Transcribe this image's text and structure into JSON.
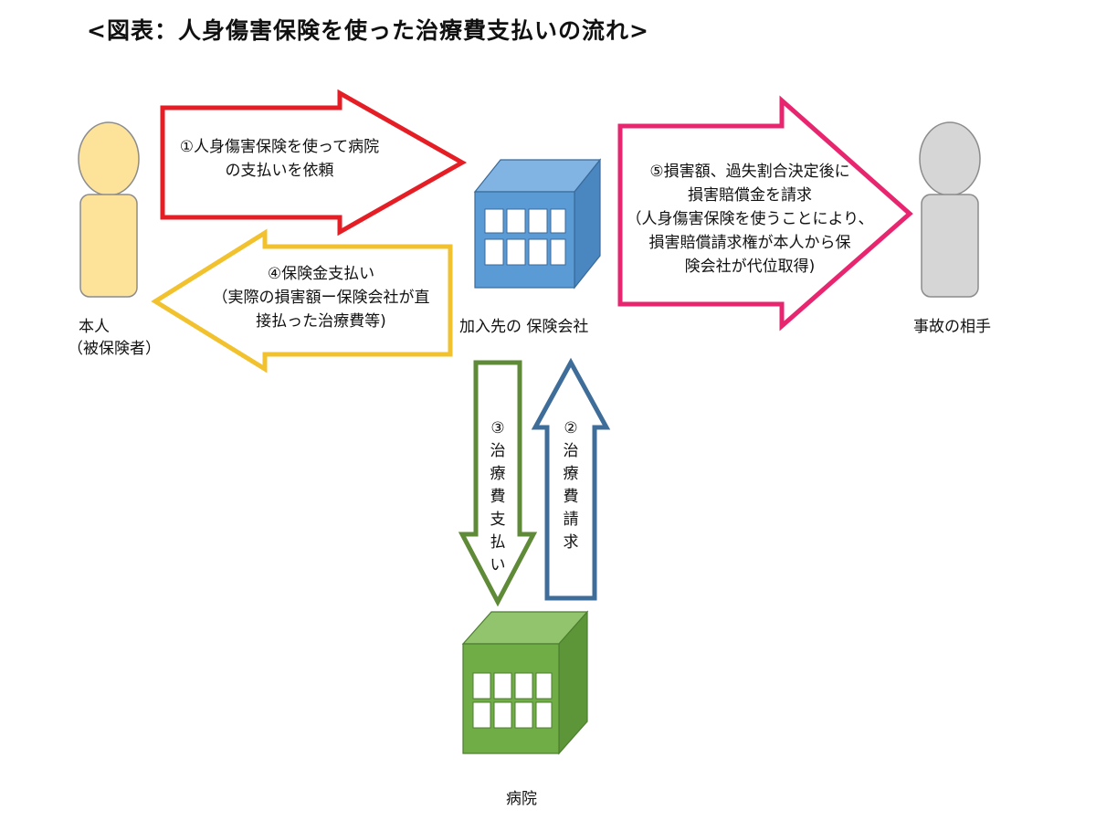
{
  "title": "<図表：人身傷害保険を使った治療費支払いの流れ>",
  "colors": {
    "arrow1": "#e51e25",
    "arrow4": "#f2c12e",
    "arrow5": "#e8256f",
    "arrow3": "#5f8a37",
    "arrow2": "#3f6d99",
    "person_self": "#fde39a",
    "person_other": "#d6d6d6",
    "insurer": "#5b9bd5",
    "hospital": "#70ad47"
  },
  "nodes": {
    "self_label_1": "本人",
    "self_label_2": "（被保険者）",
    "insurer_label": "加入先の 保険会社",
    "other_label": "事故の相手",
    "hospital_label": "病院"
  },
  "arrows": {
    "a1_line1": "①人身傷害保険を使って病院",
    "a1_line2": "の支払いを依頼",
    "a4_line1": "④保険金支払い",
    "a4_line2": "（実際の損害額ー保険会社が直",
    "a4_line3": "接払った治療費等)",
    "a5_line1": "⑤損害額、過失割合決定後に",
    "a5_line2": "損害賠償金を請求",
    "a5_line3": "（人身傷害保険を使うことにより、",
    "a5_line4": "損害賠償請求権が本人から保",
    "a5_line5": "険会社が代位取得)",
    "a3_chars": [
      "③",
      "治",
      "療",
      "費",
      "支",
      "払",
      "い"
    ],
    "a2_chars": [
      "②",
      "治",
      "療",
      "費",
      "請",
      "求"
    ]
  }
}
